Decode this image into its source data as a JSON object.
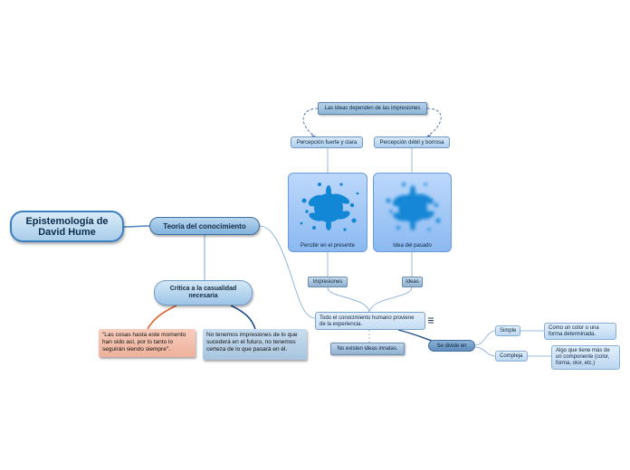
{
  "central_topic": "Epistemología de David Hume",
  "main_topic": "Teoría del conocimiento",
  "critique_topic": "Crítica a la casualidad necesaria",
  "quote_note": "\"Las cosas hasta este momento han sido así, por lo tanto lo seguirán siendo siempre\".",
  "no_impressions_note": "No tenemos impresiones de lo que sucederá en el futuro, no tenemos  certeza de lo que pasará en él.",
  "ideas_depend": "Las ideas dependen de las impresiones",
  "strong_perception": "Percepción fuerte y clara",
  "weak_perception": "Percepción débil y borrosa",
  "perceive_present": "Percibir en el presente",
  "idea_past": "Idea del pasado",
  "impressions": "Impresiones",
  "ideas": "Ideas",
  "all_knowledge": "Todo el conocimiento humano proviene de la experiencia.",
  "no_innate": "No existen ideas innatas.",
  "divides": "Se divide en",
  "simple": "Simple",
  "simple_desc": "Como un color o una forma determinada.",
  "complex": "Compleja",
  "complex_desc": "Algo que tiene más de un componente (color, forma, olor, etc.)",
  "colors": {
    "central_border": "#3d7fbf",
    "link": "#4f86c0",
    "red_link": "#e0602c",
    "dark_link": "#1f4f8c",
    "splash": "#1287d6"
  }
}
